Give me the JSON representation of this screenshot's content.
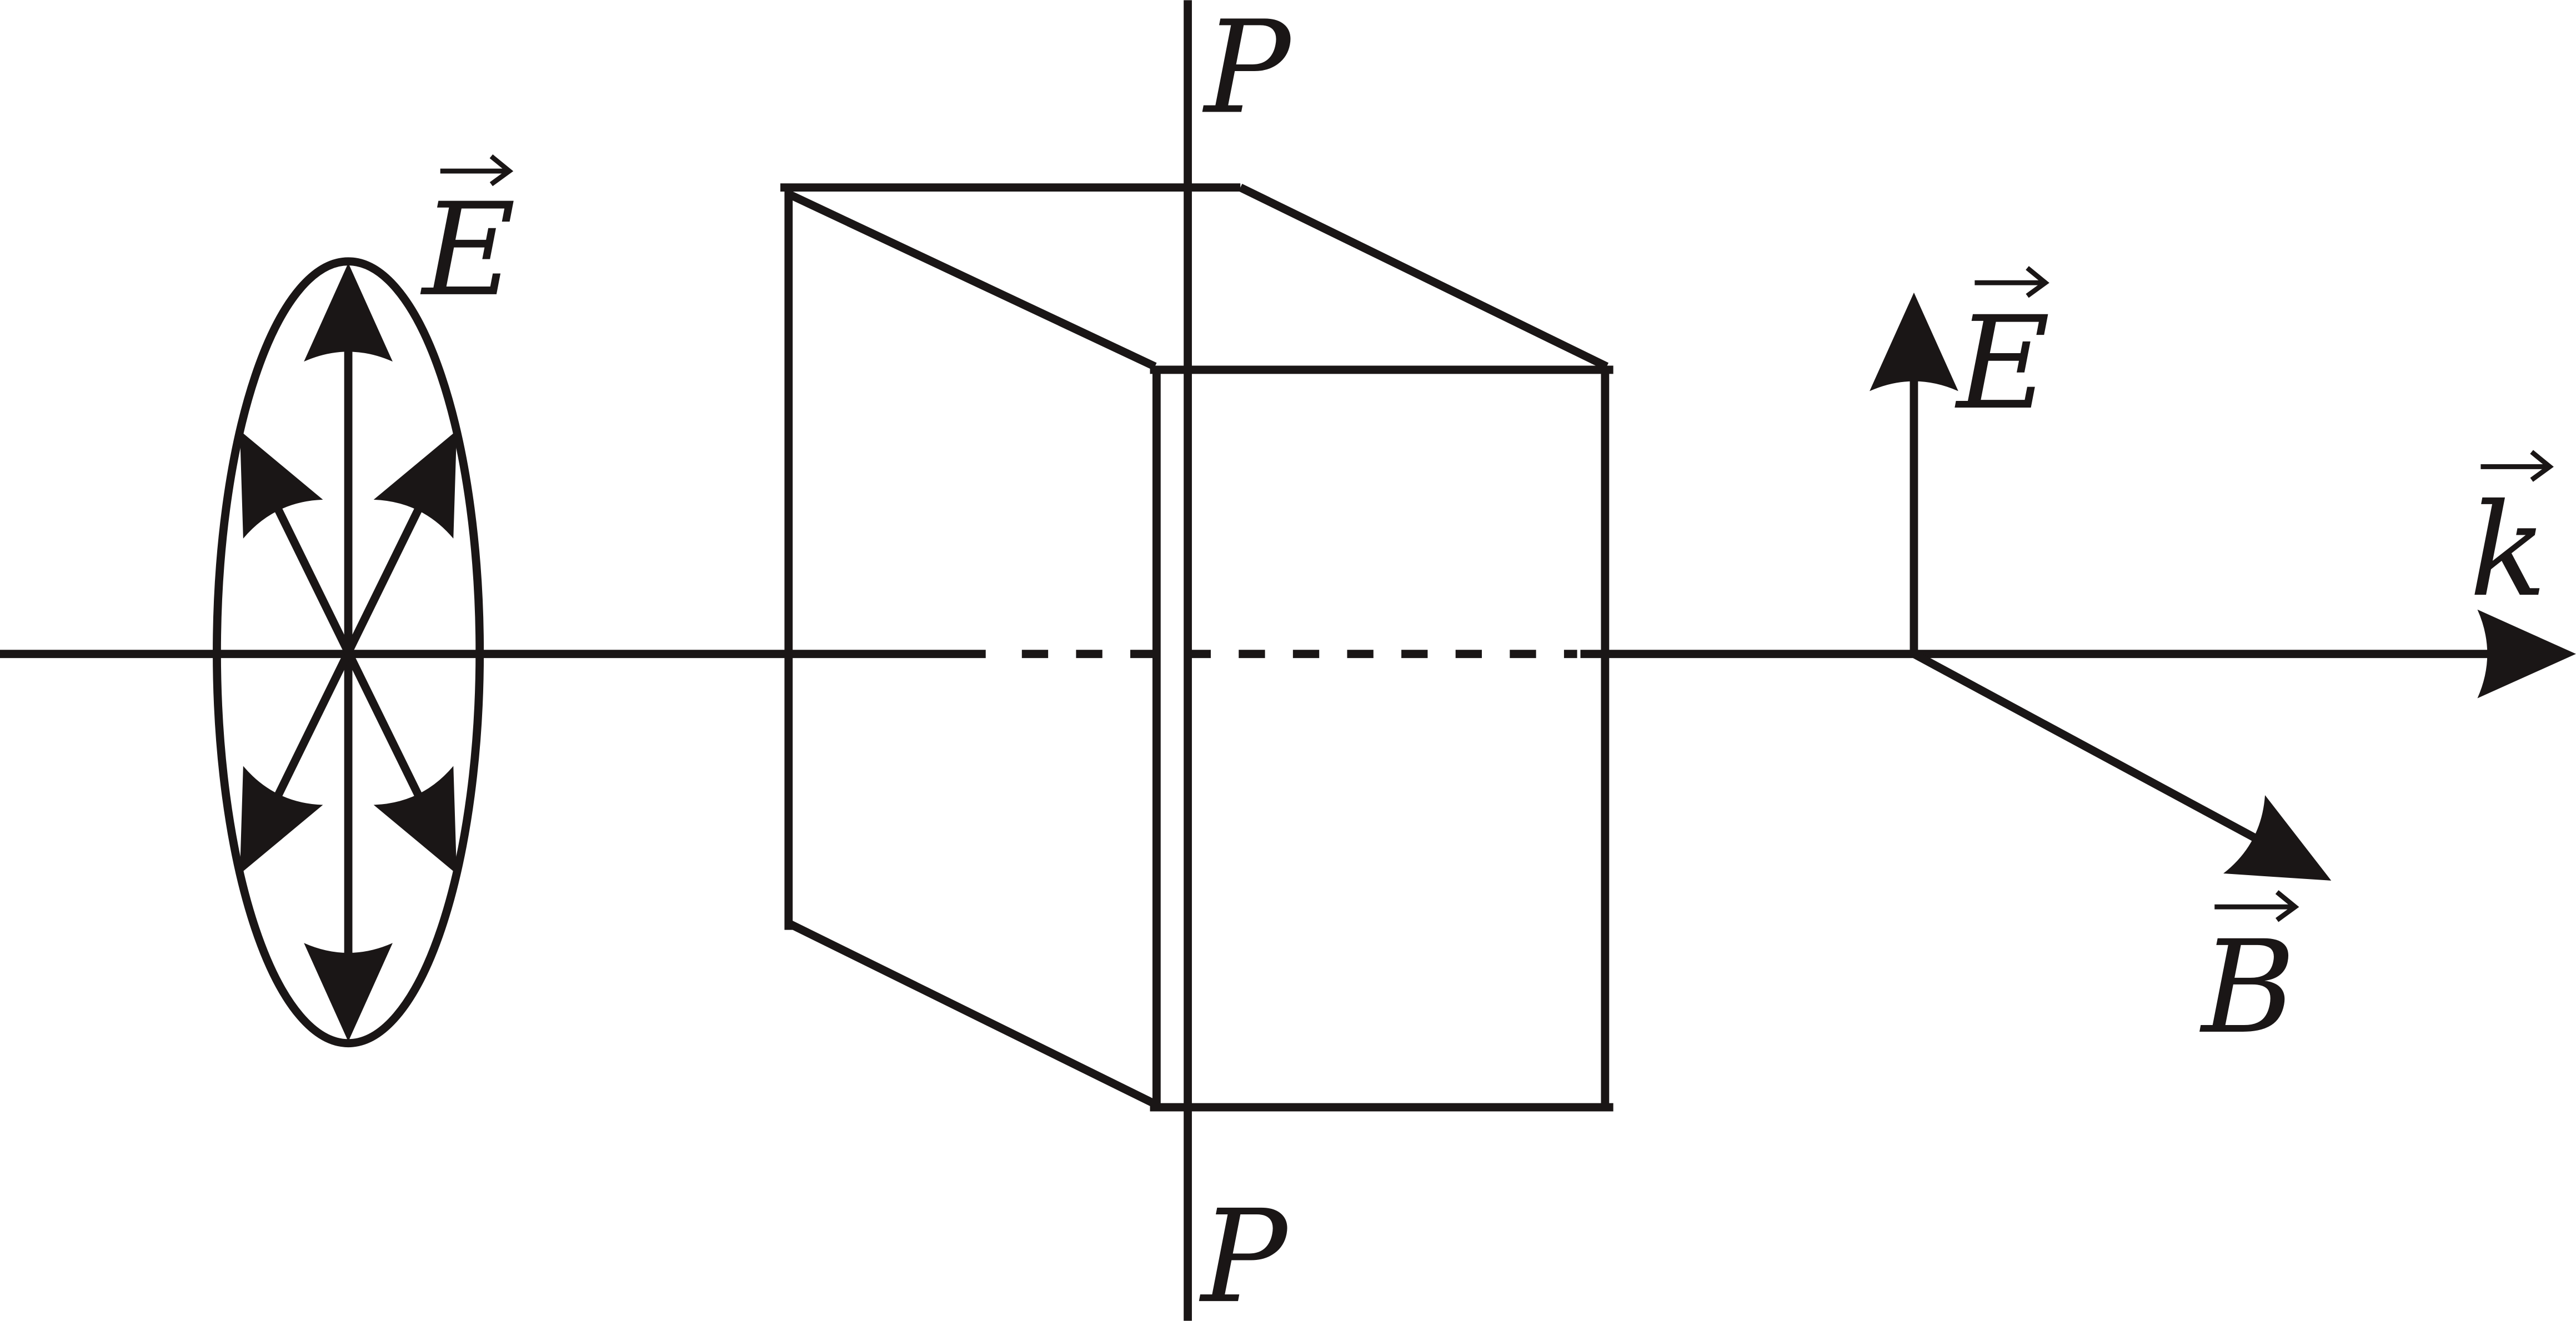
{
  "labels": {
    "e_polarizer": "E",
    "e_output": "E",
    "k_wave": "k",
    "b_output": "B",
    "p_top": "P",
    "p_bottom": "P"
  },
  "colors": {
    "ink": "#1a1616",
    "background": "#ffffff"
  }
}
